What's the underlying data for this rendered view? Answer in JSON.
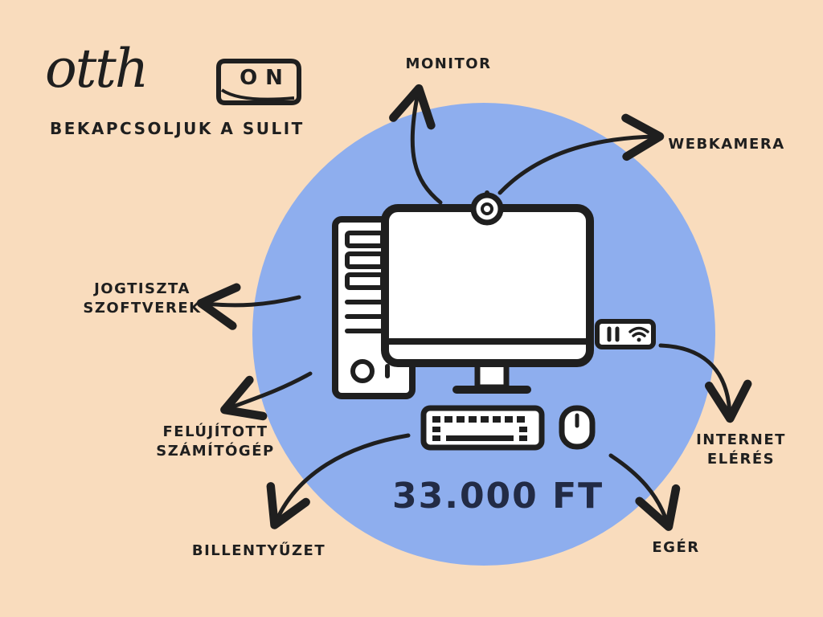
{
  "logo": {
    "word": "otth",
    "on": "ON",
    "tagline": "BEKAPCSOLJUK A SULIT"
  },
  "price": "33.000 FT",
  "labels": {
    "monitor": "MONITOR",
    "webcam": "WEBKAMERA",
    "software": "JOGTISZTA\nSZOFTVEREK",
    "computer": "FELÚJÍTOTT\nSZÁMÍTÓGÉP",
    "internet": "INTERNET\nELÉRÉS",
    "keyboard": "BILLENTYŰZET",
    "mouse": "EGÉR"
  },
  "colors": {
    "background": "#f9dcbd",
    "circle": "#8eaeee",
    "ink": "#1f1f1f",
    "price": "#222b45"
  }
}
